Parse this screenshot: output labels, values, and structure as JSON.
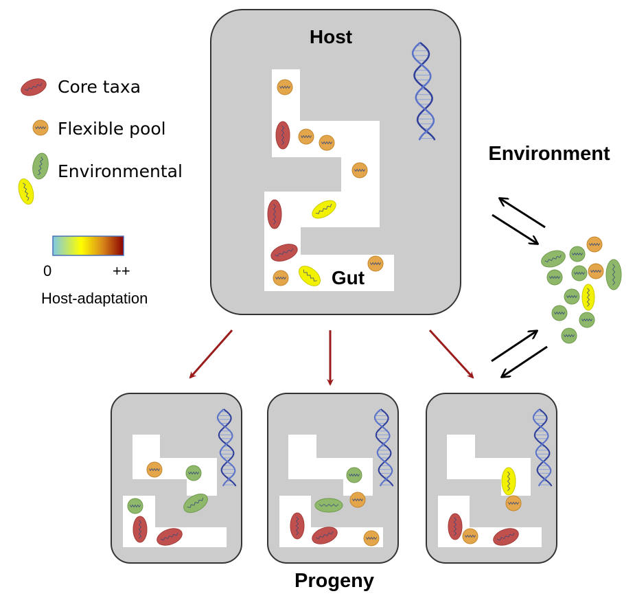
{
  "labels": {
    "host": "Host",
    "gut": "Gut",
    "environment": "Environment",
    "progeny": "Progeny"
  },
  "legend": {
    "core": "Core taxa",
    "flexible": "Flexible pool",
    "environmental": "Environmental"
  },
  "scale": {
    "min_label": "0",
    "max_label": "++",
    "title": "Host-adaptation",
    "gradient_colors": [
      "#7ec8e3",
      "#ffff00",
      "#d98a1a",
      "#8b0000"
    ]
  },
  "colors": {
    "core": "#c0504d",
    "flexible": "#e3a64a",
    "environmental": "#8fb86a",
    "adapted": "#f2f200",
    "box": "#cccccc",
    "gut_fill": "#ffffff",
    "inherit_arrow": "#9b1c1c",
    "exchange_arrow": "#000000",
    "dna": "#2f3f9a"
  },
  "icons": {
    "dna": "dna-helix-icon",
    "core": "rod-bacterium-icon",
    "flexible": "coccus-bacterium-icon",
    "environmental": "environmental-bacterium-icon"
  }
}
